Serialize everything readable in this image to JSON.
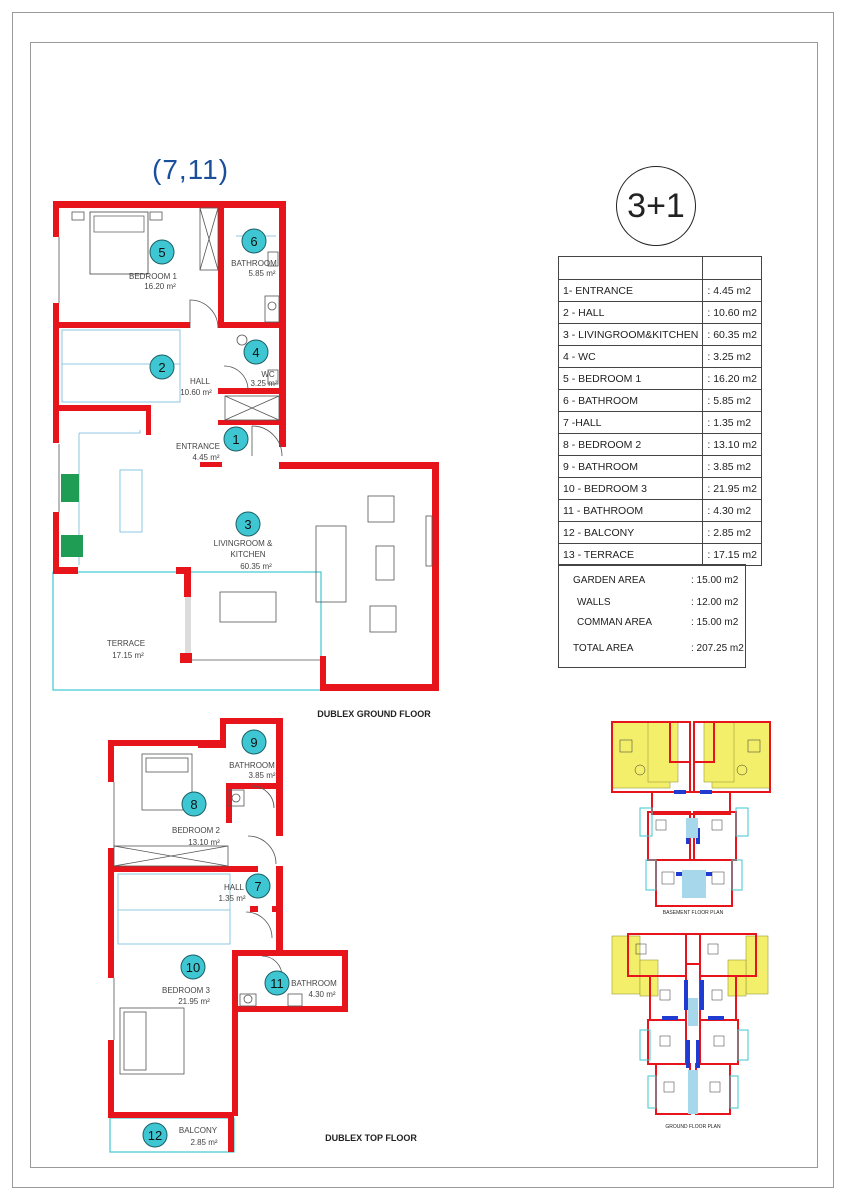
{
  "unit_code": "(7,11)",
  "unit_type": "3+1",
  "captions": {
    "ground": "DUBLEX GROUND FLOOR",
    "top": "DUBLEX TOP FLOOR",
    "basement_plan": "BASEMENT FLOOR PLAN",
    "ground_plan": "GROUND FLOOR PLAN"
  },
  "area_table": [
    {
      "label": "1- ENTRANCE",
      "value": ": 4.45 m2"
    },
    {
      "label": "2 - HALL",
      "value": ": 10.60 m2"
    },
    {
      "label": "3 - LIVINGROOM&KITCHEN",
      "value": ": 60.35 m2"
    },
    {
      "label": "4 - WC",
      "value": ": 3.25 m2"
    },
    {
      "label": "5 - BEDROOM 1",
      "value": ": 16.20 m2"
    },
    {
      "label": "6 - BATHROOM",
      "value": ": 5.85 m2"
    },
    {
      "label": "7 -HALL",
      "value": ": 1.35 m2"
    },
    {
      "label": "8 - BEDROOM 2",
      "value": ": 13.10 m2"
    },
    {
      "label": "9 - BATHROOM",
      "value": ": 3.85 m2"
    },
    {
      "label": "10 - BEDROOM 3",
      "value": ": 21.95 m2"
    },
    {
      "label": "11 - BATHROOM",
      "value": ": 4.30 m2"
    },
    {
      "label": "12 - BALCONY",
      "value": ": 2.85 m2"
    },
    {
      "label": "13 - TERRACE",
      "value": ": 17.15 m2"
    }
  ],
  "summary": [
    {
      "label": "GARDEN AREA",
      "value": ": 15.00 m2"
    },
    {
      "label": "WALLS",
      "value": ": 12.00 m2"
    },
    {
      "label": "COMMAN AREA",
      "value": ": 15.00 m2"
    },
    {
      "label": "TOTAL AREA",
      "value": ": 207.25 m2"
    }
  ],
  "ground_rooms": {
    "bedroom1": {
      "num": "5",
      "name": "BEDROOM 1",
      "area": "16.20 m²"
    },
    "bathroom": {
      "num": "6",
      "name": "BATHROOM",
      "area": "5.85 m²"
    },
    "wc": {
      "num": "4",
      "name": "WC",
      "area": "3.25 m²"
    },
    "hall": {
      "num": "2",
      "name": "HALL",
      "area": "10.60 m²"
    },
    "entrance": {
      "num": "1",
      "name": "ENTRANCE",
      "area": "4.45 m²"
    },
    "living": {
      "num": "3",
      "name1": "LIVINGROOM &",
      "name2": "KITCHEN",
      "area": "60.35 m²"
    },
    "terrace": {
      "name": "TERRACE",
      "area": "17.15 m²"
    }
  },
  "top_rooms": {
    "bathroom9": {
      "num": "9",
      "name": "BATHROOM",
      "area": "3.85 m²"
    },
    "bedroom2": {
      "num": "8",
      "name": "BEDROOM 2",
      "area": "13.10 m²"
    },
    "hall7": {
      "num": "7",
      "name": "HALL",
      "area": "1.35 m²"
    },
    "bedroom3": {
      "num": "10",
      "name": "BEDROOM 3",
      "area": "21.95 m²"
    },
    "bathroom11": {
      "num": "11",
      "name": "BATHROOM",
      "area": "4.30 m²"
    },
    "balcony": {
      "num": "12",
      "name": "BALCONY",
      "area": "2.85 m²"
    }
  },
  "colors": {
    "wall": "#e8141b",
    "badge": "#3ec7d2",
    "unit_code": "#1a4f9c",
    "highlight": "#f3ef6a"
  }
}
